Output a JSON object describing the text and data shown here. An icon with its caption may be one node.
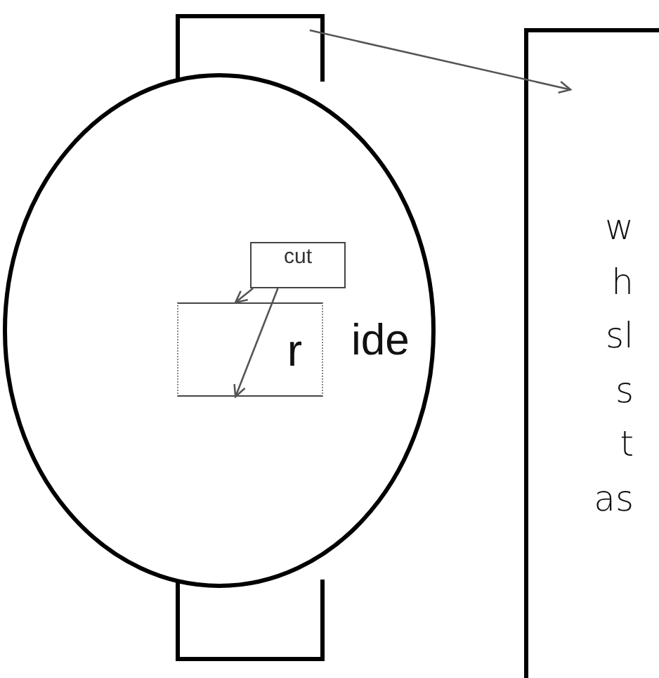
{
  "diagram": {
    "nodes": [
      {
        "text": [],
        "shape": "box"
      },
      {
        "text": [],
        "shape": "circle"
      },
      {
        "text": [
          "cut"
        ],
        "in": 1
      },
      {
        "text": [
          "r"
        ],
        "in": 1
      },
      {
        "text": [],
        "shape": "box"
      },
      {
        "text": [
          "w",
          "h",
          "sl",
          "s",
          "t",
          "as"
        ]
      }
    ],
    "edges": [
      {
        "from": 0,
        "to": 5,
        "arrow": "to"
      },
      {
        "from": 2,
        "to": 3,
        "arrow": "to"
      },
      {
        "from": 2,
        "to": 3,
        "arrow": "to"
      }
    ],
    "labels": [
      "ide"
    ]
  }
}
